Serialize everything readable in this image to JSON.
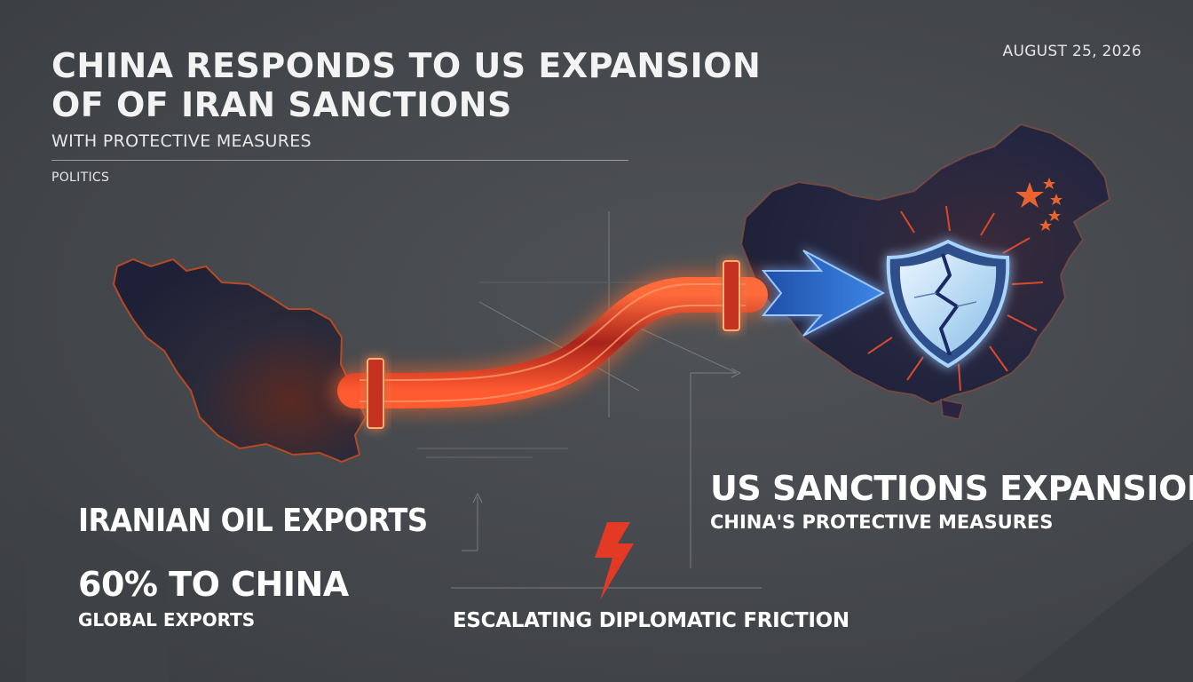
{
  "header": {
    "title": "CHINA RESPONDS TO US EXPANSION OF OF IRAN SANCTIONS",
    "subtitle": "WITH PROTECTIVE MEASURES",
    "category": "POLITICS",
    "date": "AUGUST 25, 2026"
  },
  "labels": {
    "iran_exports": "IRANIAN OIL EXPORTS",
    "share": "60% TO CHINA",
    "global": "GLOBAL EXPORTS",
    "sanctions": "US SANCTIONS EXPANSION",
    "measures": "CHINA'S PROTECTIVE MEASURES",
    "friction": "ESCALATING DIPLOMATIC FRICTION"
  },
  "colors": {
    "background": "#45484c",
    "pipe": "#e0412c",
    "glow": "#ff7a2e",
    "arrow": "#2f6fd6",
    "shield": "#bcdcf3",
    "lightning": "#e23a25",
    "china_stars": "#e8632d"
  },
  "icons": [
    "oil-pipeline-icon",
    "blue-arrow-icon",
    "cracked-shield-icon",
    "lightning-icon"
  ]
}
